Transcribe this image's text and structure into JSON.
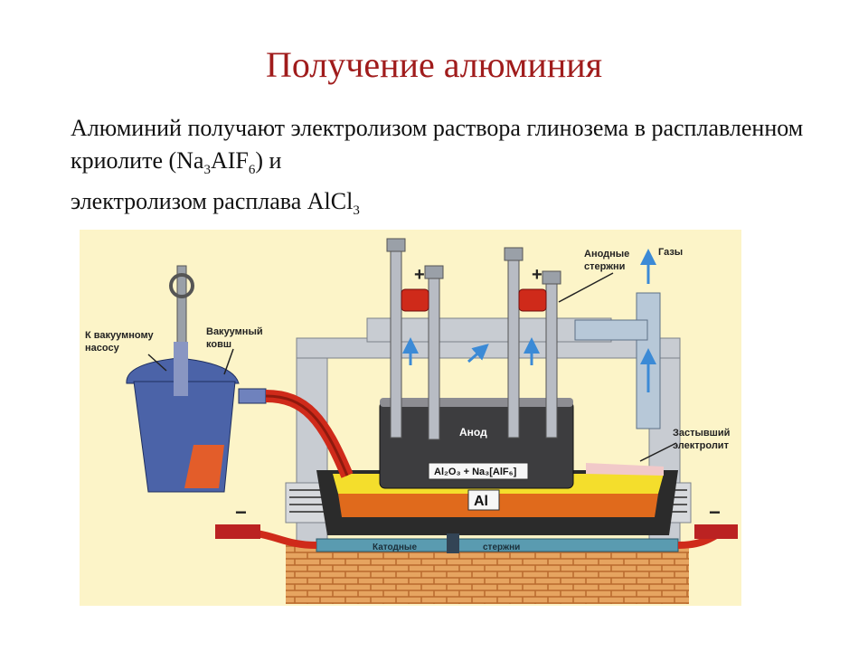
{
  "slide": {
    "title": "Получение алюминия",
    "para_part1": "Алюминий получают электролизом раствора глинозема в расплавленном криолите (Na",
    "para_sub1": "3",
    "para_part2": "AIF",
    "para_sub2": "6",
    "para_part3": ") и",
    "line2_text": "электролизом расплава AlCl",
    "line2_sub": "3"
  },
  "diagram": {
    "labels": {
      "vacuum_pump": [
        "К вакуумному",
        "насосу"
      ],
      "vacuum_ladle": [
        "Вакуумный",
        "ковш"
      ],
      "anode_rods": [
        "Анодные",
        "стержни"
      ],
      "gases": "Газы",
      "frozen_electrolyte": [
        "Застывший",
        "электролит"
      ],
      "anode": "Анод",
      "electrolyte": "Al₂O₃ + Na₃[AlF₆]",
      "aluminum": "Al",
      "cathode_rods_left": "Катодные",
      "cathode_rods_right": "стержни",
      "plus_left": "+",
      "plus_right": "+",
      "minus_left": "−",
      "minus_right": "−"
    },
    "colors": {
      "background": "#fcf4c8",
      "ladle": "#4b63a8",
      "frame": "#c8ccd2",
      "anode": "#3d3d3f",
      "molten_metal": "#cf2a1a",
      "electrolyte": "#f4de2c",
      "brick": "#e6a460",
      "cathode_bar": "#5a9bb0"
    }
  }
}
